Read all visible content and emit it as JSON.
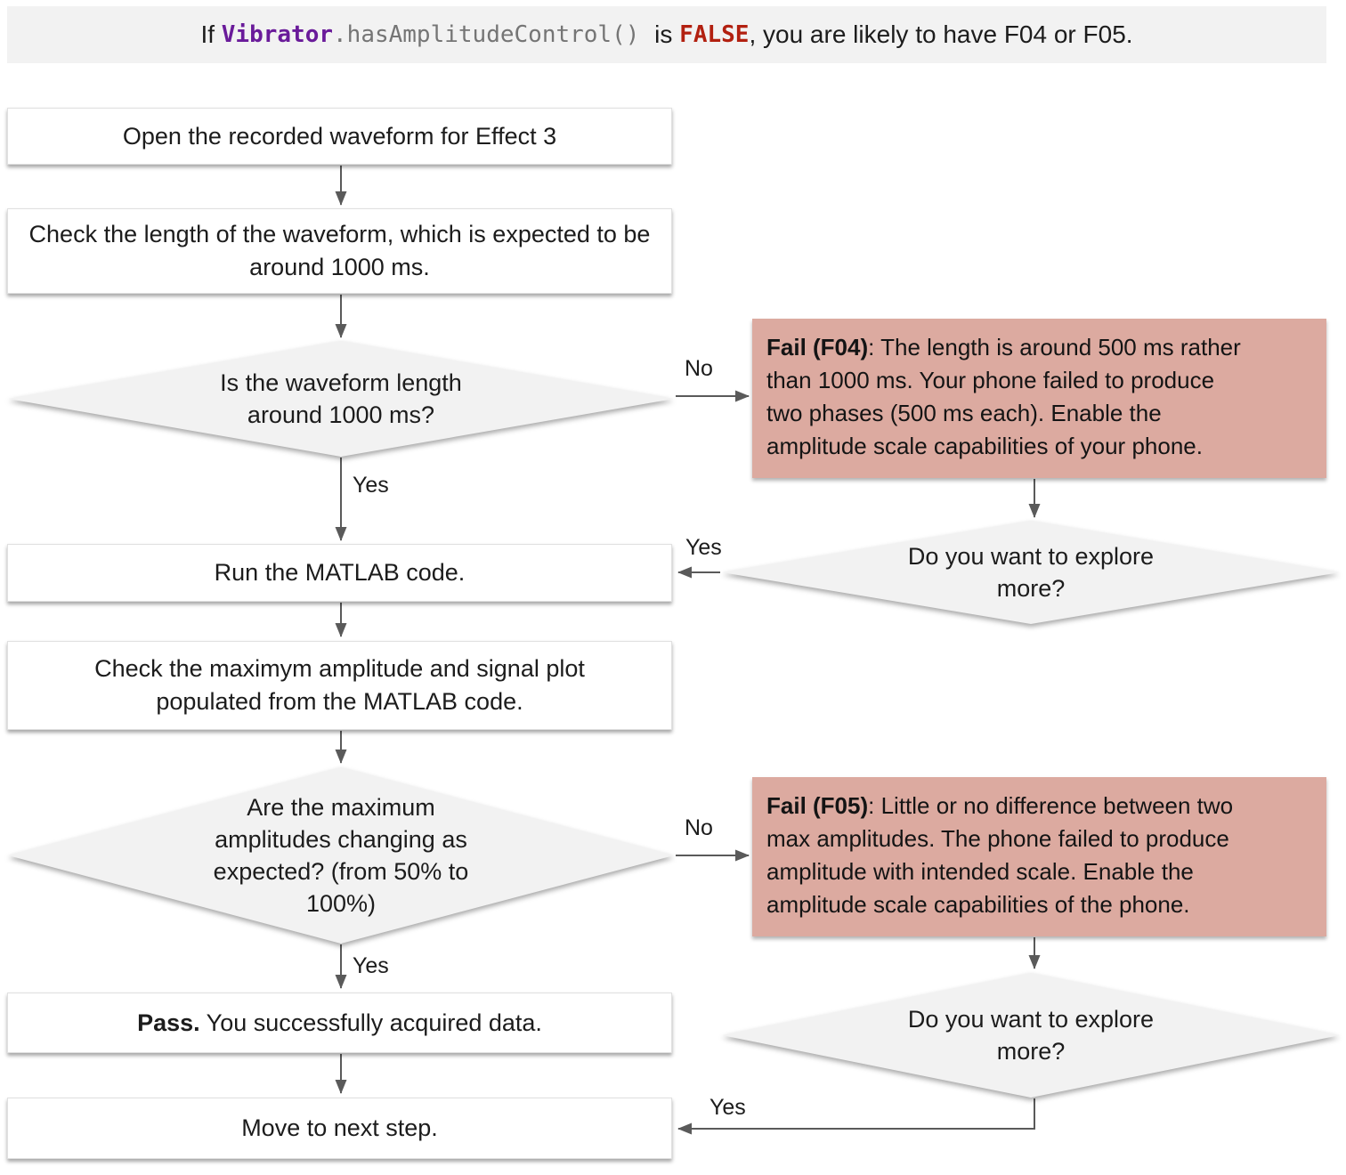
{
  "header": {
    "prefix": "If ",
    "code_class": "Vibrator",
    "code_method": ".hasAmplitudeControl()",
    "connector": " is ",
    "code_value": "FALSE",
    "suffix": ", you are likely to have F04 or F05."
  },
  "flow": {
    "open_waveform": "Open the recorded waveform for Effect 3",
    "check_length": "Check the length of the waveform, which is expected to be around 1000 ms.",
    "length_question": "Is the waveform length around 1000 ms?",
    "run_matlab": "Run the MATLAB code.",
    "check_amplitude": "Check the maximym amplitude and signal plot populated from the MATLAB code.",
    "amplitude_question": "Are the maximum amplitudes changing as expected? (from 50% to 100%)",
    "explore_more_1": "Do you want to explore more?",
    "explore_more_2": "Do you want to explore more?",
    "pass_bold": "Pass.",
    "pass_rest": " You successfully acquired data.",
    "move_next": "Move to next step.",
    "fail_f04": {
      "line1_bold": "Fail (F04)",
      "line1_rest": ": The length is around 500 ms rather",
      "line2": "than 1000 ms. Your phone failed to produce",
      "line3": "two phases (500 ms each). Enable the",
      "line4": "amplitude scale capabilities of your phone."
    },
    "fail_f05": {
      "line1_bold": "Fail (F05)",
      "line1_rest": ": Little or no difference between two",
      "line2": "max amplitudes. The phone failed to produce",
      "line3": "amplitude with intended scale. Enable the",
      "line4": "amplitude scale capabilities of the phone."
    }
  },
  "labels": {
    "yes": "Yes",
    "no": "No"
  },
  "colors": {
    "header_band": "#f2f2f2",
    "process_box": "#ffffff",
    "decision_diamond": "#f2f2f2",
    "fail_box": "#dcaaa0",
    "arrow": "#5a5a5a",
    "code_class": "#6a1b9a",
    "code_method": "#757575",
    "code_false": "#b22010"
  }
}
